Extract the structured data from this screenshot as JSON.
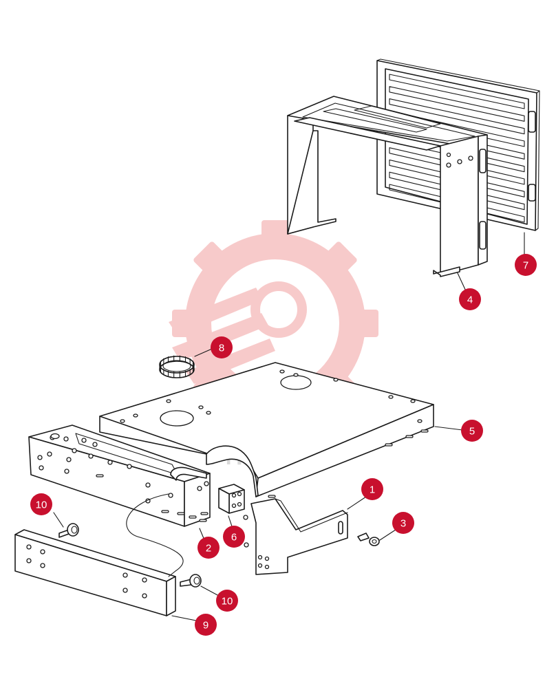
{
  "watermark": {
    "text": "ИНТЕХ",
    "gear_color": "#f7c9c9",
    "text_color": "#d9d9d9"
  },
  "callout_color": "#c8102e",
  "callouts": [
    {
      "id": "1",
      "label": "1"
    },
    {
      "id": "2",
      "label": "2"
    },
    {
      "id": "3",
      "label": "3"
    },
    {
      "id": "4",
      "label": "4"
    },
    {
      "id": "5",
      "label": "5"
    },
    {
      "id": "6",
      "label": "6"
    },
    {
      "id": "7",
      "label": "7"
    },
    {
      "id": "8",
      "label": "8"
    },
    {
      "id": "9",
      "label": "9"
    },
    {
      "id": "10a",
      "label": "10"
    },
    {
      "id": "10b",
      "label": "10"
    }
  ]
}
